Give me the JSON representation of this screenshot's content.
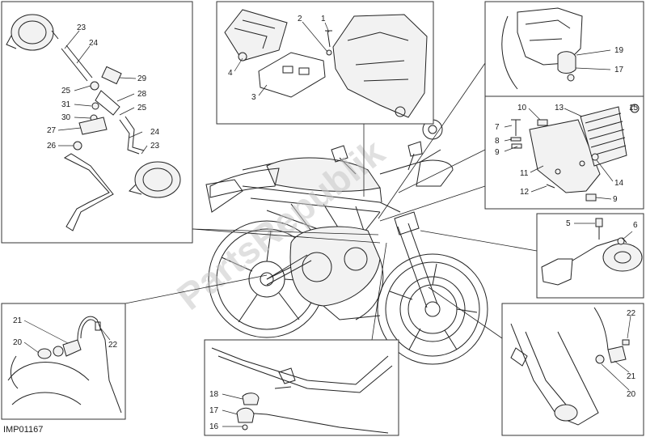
{
  "drawing_code": "IMP01167",
  "watermark": "PartsRepublik",
  "colors": {
    "line": "#222222",
    "background": "#ffffff",
    "watermark": "#c8c8c8"
  },
  "callouts": {
    "top_left": [
      "23",
      "24",
      "29",
      "25",
      "28",
      "31",
      "25",
      "30",
      "27",
      "24",
      "26",
      "23"
    ],
    "top_center": [
      "2",
      "1",
      "4",
      "3"
    ],
    "top_right": [
      "19",
      "17"
    ],
    "right_middle": [
      "10",
      "13",
      "15",
      "7",
      "8",
      "9",
      "11",
      "14",
      "12",
      "9"
    ],
    "right_horn": [
      "5",
      "6"
    ],
    "bottom_left": [
      "21",
      "20",
      "22"
    ],
    "bottom_center": [
      "18",
      "17",
      "16"
    ],
    "bottom_right": [
      "22",
      "21",
      "20"
    ]
  }
}
